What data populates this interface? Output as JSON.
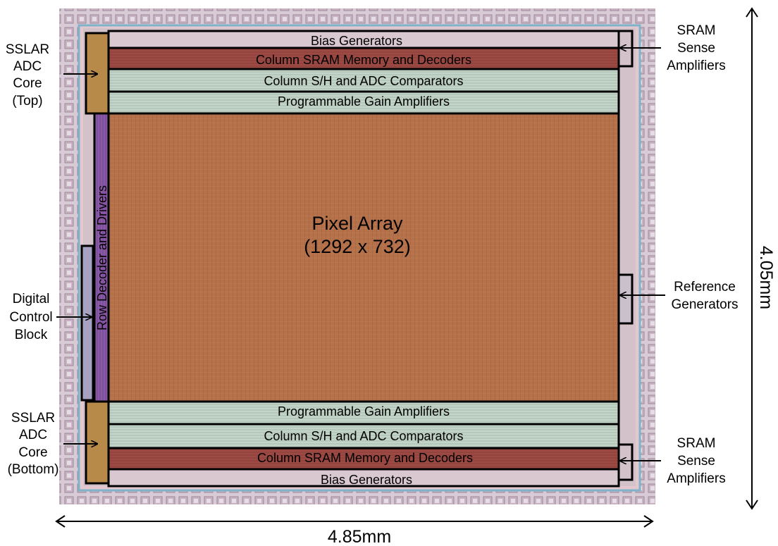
{
  "strips": {
    "top_bias": "Bias Generators",
    "top_sram": "Column SRAM Memory and Decoders",
    "top_sh": "Column S/H and ADC Comparators",
    "top_pga": "Programmable Gain Amplifiers",
    "bottom_pga": "Programmable Gain Amplifiers",
    "bottom_sh": "Column S/H and ADC Comparators",
    "bottom_sram": "Column SRAM Memory and Decoders",
    "bottom_bias": "Bias Generators"
  },
  "pixel_array": {
    "title": "Pixel Array",
    "size": "(1292 x 732)"
  },
  "row_decoder": "Row Decoder and Drivers",
  "labels": {
    "adc_top": [
      "SSLAR",
      "ADC",
      "Core",
      "(Top)"
    ],
    "digital": [
      "Digital",
      "Control",
      "Block"
    ],
    "adc_bottom": [
      "SSLAR",
      "ADC",
      "Core",
      "(Bottom)"
    ],
    "sram_top": [
      "SRAM",
      "Sense",
      "Amplifiers"
    ],
    "reference": [
      "Reference",
      "Generators"
    ],
    "sram_bottom": [
      "SRAM",
      "Sense",
      "Amplifiers"
    ]
  },
  "dimensions": {
    "height": "4.05mm",
    "width": "4.85mm"
  },
  "colors": {
    "pixel_array": "#b5714a",
    "sram": "#9c4a43",
    "sh": "#c3d4c8",
    "bias": "#d9c8cf",
    "row_decoder": "#8a5aa8",
    "die_bg": "#d8cbd6"
  }
}
